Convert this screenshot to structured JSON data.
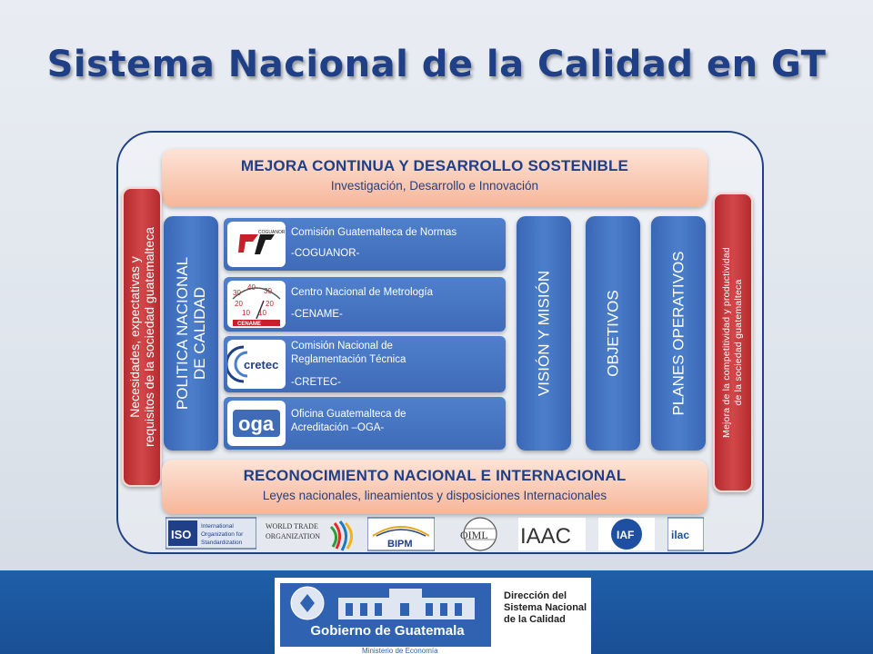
{
  "title": "Sistema Nacional de la Calidad en GT",
  "top_band": {
    "title": "MEJORA CONTINUA Y DESARROLLO SOSTENIBLE",
    "subtitle": "Investigación, Desarrollo e Innovación"
  },
  "bottom_band": {
    "title": "RECONOCIMIENTO NACIONAL E INTERNACIONAL",
    "subtitle": "Leyes nacionales, lineamientos y disposiciones Internacionales"
  },
  "left_side": {
    "line1": "Necesidades, expectativas y",
    "line2": "requisitos de la sociedad guatemalteca"
  },
  "right_side": {
    "line1": "Mejora de la competitividad y productividad",
    "line2": "de la sociedad guatemalteca"
  },
  "columns": {
    "politica": {
      "line1": "POLITICA NACIONAL",
      "line2": "DE CALIDAD"
    },
    "vision": "VISIÓN Y MISIÓN",
    "objetivos": "OBJETIVOS",
    "planes": "PLANES OPERATIVOS"
  },
  "institutions": [
    {
      "name": "Comisión Guatemalteca de Normas",
      "acronym": "-COGUANOR-",
      "logo_text": "COGUANOR"
    },
    {
      "name": "Centro Nacional de Metrología",
      "acronym": "-CENAME-",
      "logo_text": "CENAME"
    },
    {
      "name_line1": "Comisión Nacional de",
      "name_line2": "Reglamentación Técnica",
      "acronym": "-CRETEC-",
      "logo_text": "cretec"
    },
    {
      "name_line1": "Oficina Guatemalteca de",
      "name_line2": "Acreditación –OGA-",
      "logo_text": "oga"
    }
  ],
  "logos": {
    "iso": {
      "mark": "ISO",
      "text1": "International",
      "text2": "Organization for",
      "text3": "Standardization"
    },
    "wto": {
      "line1": "WORLD TRADE",
      "line2": "ORGANIZATION"
    },
    "bipm": "BIPM",
    "oiml": "OIML",
    "iaac": "IAAC",
    "iaf": "IAF",
    "ilac": "ilac"
  },
  "footer": {
    "gov_name": "Gobierno de Guatemala",
    "ministry": "Ministerio de Economía",
    "dir_line1": "Dirección del",
    "dir_line2": "Sistema Nacional",
    "dir_line3": "de la Calidad"
  },
  "colors": {
    "title": "#1f3f87",
    "band_peach": "#f6b69a",
    "red_bar": "#c23a3d",
    "blue_bar": "#4472c4",
    "footer_blue": "#1e5fa8"
  }
}
